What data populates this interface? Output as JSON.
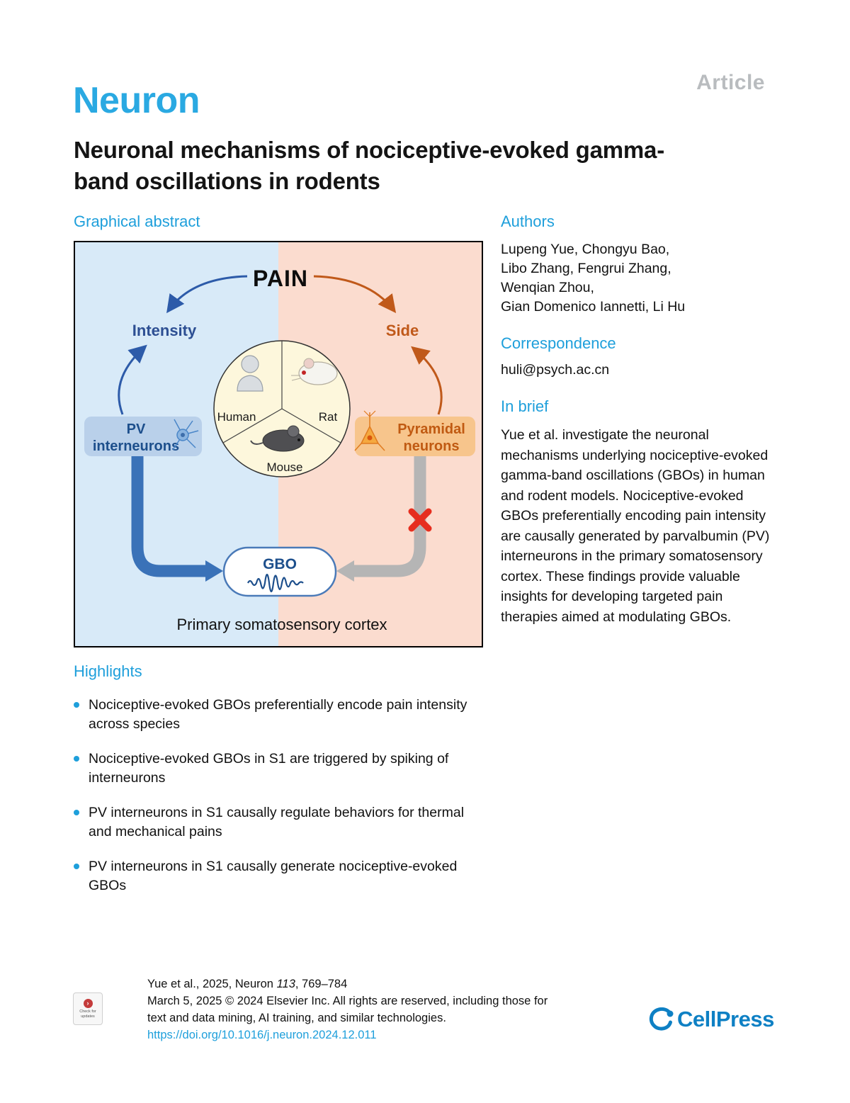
{
  "header": {
    "article_label": "Article",
    "journal": "Neuron",
    "title": "Neuronal mechanisms of nociceptive-evoked gamma-band oscillations in rodents"
  },
  "graphical_abstract": {
    "section_title": "Graphical abstract",
    "pain_label": "PAIN",
    "intensity_label": "Intensity",
    "side_label": "Side",
    "human_label": "Human",
    "rat_label": "Rat",
    "mouse_label": "Mouse",
    "pv_line1": "PV",
    "pv_line2": "interneurons",
    "pyramidal_line1": "Pyramidal",
    "pyramidal_line2": "neurons",
    "gbo_label": "GBO",
    "cortex_label": "Primary somatosensory cortex",
    "colors": {
      "left_bg": "#d8eaf8",
      "right_bg": "#fbdccf",
      "blue_arrow": "#2d5ba9",
      "orange_arrow": "#c0591a",
      "pv_box": "#b7cfe9",
      "pyramidal_box": "#f7c388",
      "thick_blue": "#3a72b8",
      "thick_gray": "#b5b5b5",
      "gbo_border": "#4a7ab8",
      "red_x": "#e62e1f"
    }
  },
  "authors": {
    "section_title": "Authors",
    "lines": [
      "Lupeng Yue, Chongyu Bao,",
      "Libo Zhang, Fengrui Zhang,",
      "Wenqian Zhou,",
      "Gian Domenico Iannetti, Li Hu"
    ]
  },
  "correspondence": {
    "section_title": "Correspondence",
    "email": "huli@psych.ac.cn"
  },
  "in_brief": {
    "section_title": "In brief",
    "text": "Yue et al. investigate the neuronal mechanisms underlying nociceptive-evoked gamma-band oscillations (GBOs) in human and rodent models. Nociceptive-evoked GBOs preferentially encoding pain intensity are causally generated by parvalbumin (PV) interneurons in the primary somatosensory cortex. These findings provide valuable insights for developing targeted pain therapies aimed at modulating GBOs."
  },
  "highlights": {
    "section_title": "Highlights",
    "items": [
      "Nociceptive-evoked GBOs preferentially encode pain intensity across species",
      "Nociceptive-evoked GBOs in S1 are triggered by spiking of interneurons",
      "PV interneurons in S1 causally regulate behaviors for thermal and mechanical pains",
      "PV interneurons in S1 causally generate nociceptive-evoked GBOs"
    ]
  },
  "footer": {
    "citation_prefix": "Yue et al., 2025, Neuron ",
    "citation_volume": "113",
    "citation_suffix": ", 769–784",
    "rights_line1": "March 5, 2025 © 2024 Elsevier Inc. All rights are reserved, including those for",
    "rights_line2": "text and data mining, AI training, and similar technologies.",
    "doi": "https://doi.org/10.1016/j.neuron.2024.12.011",
    "updates_badge_label": "Check for updates",
    "brand": "CellPress"
  }
}
